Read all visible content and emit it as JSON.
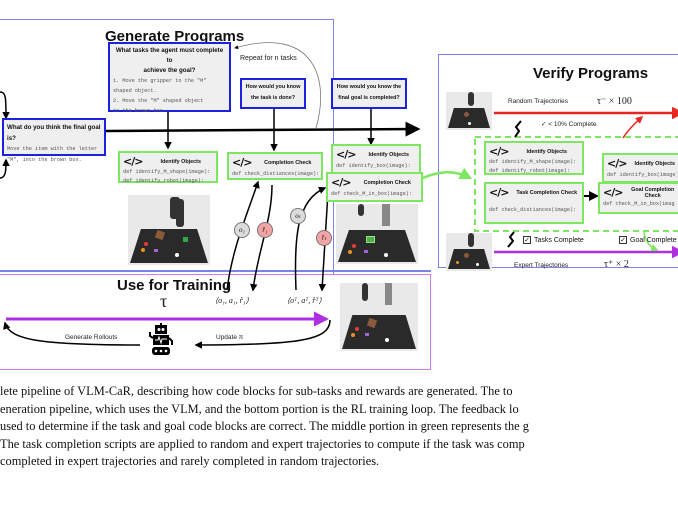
{
  "generate": {
    "title": "Generate Programs",
    "repeat_label": "Repeat for n tasks",
    "goal_question": {
      "question": "What do you think the final goal is?",
      "answer": [
        "Move the item with the letter",
        "\"M\", into the brown box."
      ]
    },
    "tasks_question": {
      "question": [
        "What tasks the agent must complete to",
        "achieve the goal?"
      ],
      "answer": [
        "1. Move the gripper to the \"M\"",
        "shaped object.",
        "2. Move the \"M\" shaped object",
        "to the brown box."
      ]
    },
    "task_done_question": {
      "question": [
        "How would you know",
        "the task is done?"
      ]
    },
    "goal_done_question": {
      "question": [
        "How would you know the",
        "final goal is completed?"
      ]
    },
    "identify_objects": {
      "icon": "</>",
      "title": "Identify Objects",
      "code": [
        "def identify_M_shape(image):",
        "def identify_robot(image):"
      ]
    },
    "completion_check": {
      "icon": "</>",
      "title": "Completion Check",
      "code": [
        "def check_distiances(image):"
      ]
    },
    "identify_objects_goal": {
      "icon": "</>",
      "title": "Identify Objects",
      "code": [
        "def identify_box(image):"
      ]
    },
    "completion_check_goal": {
      "icon": "</>",
      "title": "Completion Check",
      "code": [
        "def check_M_in_box(image):"
      ]
    },
    "obs_circles": [
      {
        "label": "o₁",
        "kind": "observation"
      },
      {
        "label": "r̂₁",
        "kind": "reward"
      },
      {
        "label": "oₜ",
        "kind": "observation"
      },
      {
        "label": "r̂ₜ",
        "kind": "reward"
      }
    ]
  },
  "training": {
    "title": "Use for Training",
    "tau": "τ",
    "tuple_first": "⟨o₁, a₁, r̂₁⟩",
    "tuple_last": "⟨oᵀ, aᵀ, r̂ᵀ⟩",
    "generate_rollouts": "Generate Rollouts",
    "update_policy": "Update π"
  },
  "verify": {
    "title": "Verify Programs",
    "random_label": "Random Trajectories",
    "random_count": "τ⁻ × 100",
    "random_threshold": "✓ < 10% Complete",
    "expert_label": "Expert Trajectories",
    "expert_count": "τ⁺ × 2",
    "tasks_complete": "Tasks Complete",
    "goal_complete": "Goal Complete",
    "check_mark": "✓",
    "identify_objects": {
      "icon": "</>",
      "title": "Identify Objects",
      "code": [
        "def identify_M_shape(image):",
        "def identify_robot(image):"
      ]
    },
    "task_check": {
      "icon": "</>",
      "title": "Task Completion Check",
      "code": [
        "def check_distiances(image):"
      ]
    },
    "identify_objects_goal": {
      "icon": "</>",
      "title": "Identify Objects",
      "code": [
        "def identify_box(image)"
      ]
    },
    "goal_check": {
      "icon": "</>",
      "title": "Goal Completion Check",
      "code": [
        "def check_M_in_box(imag"
      ]
    }
  },
  "colors": {
    "question_border": "#1a22e0",
    "code_border": "#7de85f",
    "panel_blue": "#7b83e8",
    "panel_purple": "#d07ce8",
    "training_arrow": "#b02fe0",
    "random_arrow": "#e8261f",
    "reward_circle": "#f2a3a3"
  },
  "caption": [
    "lete pipeline of VLM-CaR, describing how code blocks for sub-tasks and rewards are generated. The to",
    "eneration pipeline, which uses the VLM, and the bottom portion is the RL training loop. The feedback lo",
    "used to determine if the task and goal code blocks are correct. The middle portion in green represents the g",
    " The task completion scripts are applied to random and expert trajectories to compute if the task was comp",
    " completed in expert trajectories and rarely completed in random trajectories."
  ]
}
